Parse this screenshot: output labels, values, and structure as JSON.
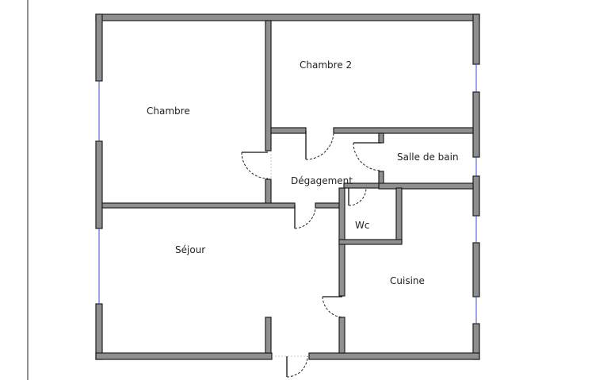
{
  "plan": {
    "rooms": [
      {
        "id": "chambre",
        "label": "Chambre"
      },
      {
        "id": "chambre-2",
        "label": "Chambre 2"
      },
      {
        "id": "salle-de-bain",
        "label": "Salle de bain"
      },
      {
        "id": "degagement",
        "label": "Dégagement"
      },
      {
        "id": "wc",
        "label": "Wc"
      },
      {
        "id": "sejour",
        "label": "Séjour"
      },
      {
        "id": "cuisine",
        "label": "Cuisine"
      }
    ]
  }
}
